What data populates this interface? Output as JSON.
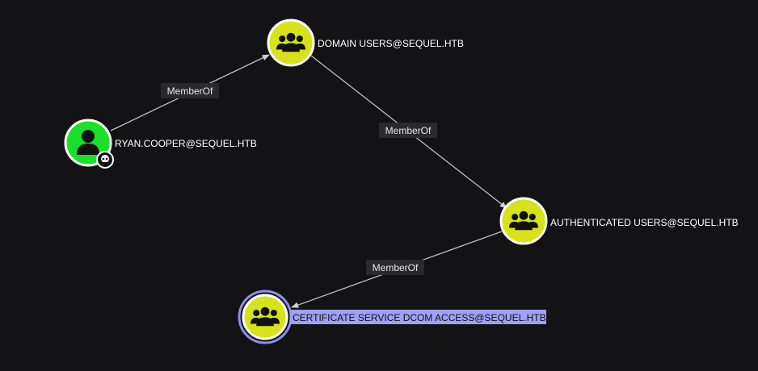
{
  "graph": {
    "background": "#131315",
    "colors": {
      "user_node": "#1be02a",
      "group_node": "#d7e31a",
      "node_ring": "#ffffff",
      "selected_ring": "#8b8ff0",
      "selected_label_bg": "#9ea1f7",
      "edge": "#bfbfbf",
      "edge_label_bg": "#2a2a2c"
    },
    "nodes": {
      "ryan": {
        "label": "RYAN.COOPER@SEQUEL.HTB",
        "kind": "user",
        "badge": "skull-icon"
      },
      "domain_users": {
        "label": "DOMAIN USERS@SEQUEL.HTB",
        "kind": "group"
      },
      "authenticated_users": {
        "label": "AUTHENTICATED USERS@SEQUEL.HTB",
        "kind": "group"
      },
      "cert_service": {
        "label": "CERTIFICATE SERVICE DCOM ACCESS@SEQUEL.HTB",
        "kind": "group",
        "selected": true
      }
    },
    "edges": [
      {
        "from": "ryan",
        "to": "domain_users",
        "label": "MemberOf"
      },
      {
        "from": "domain_users",
        "to": "authenticated_users",
        "label": "MemberOf"
      },
      {
        "from": "authenticated_users",
        "to": "cert_service",
        "label": "MemberOf"
      }
    ]
  }
}
